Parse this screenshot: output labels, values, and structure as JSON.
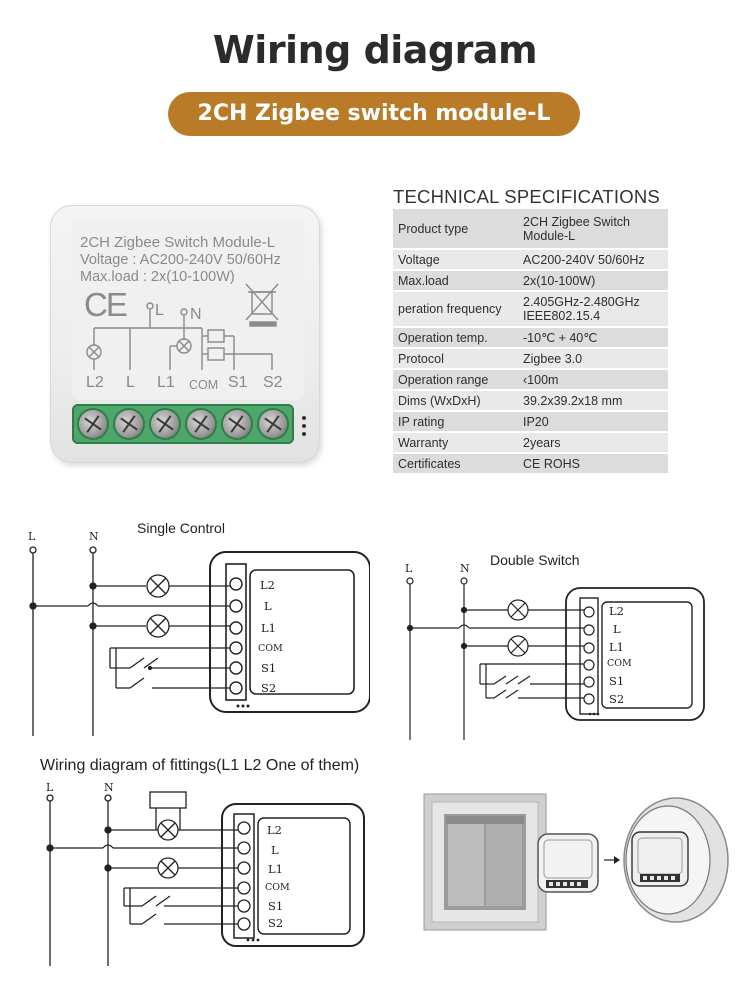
{
  "header": {
    "title": "Wiring diagram",
    "subtitle": "2CH Zigbee switch module-L"
  },
  "colors": {
    "pill": "#b97b28",
    "terminal_green": "#4fa66a",
    "module_body": "#eeeeee"
  },
  "module": {
    "line1": "2CH Zigbee Switch Module-L",
    "line2": "Voltage : AC200-240V 50/60Hz",
    "line3": "Max.load : 2x(10-100W)",
    "ce_mark": "CE",
    "wire_l": "L",
    "wire_n": "N",
    "terminals": [
      "L2",
      "L",
      "L1",
      "COM",
      "S1",
      "S2"
    ],
    "icons": [
      "ce-mark-icon",
      "weee-bin-icon",
      "lamp-icon",
      "relay-icon"
    ]
  },
  "specs": {
    "title": "TECHNICAL SPECIFICATIONS",
    "rows": [
      {
        "key": "Product type",
        "value": "2CH Zigbee Switch Module-L"
      },
      {
        "key": "Voltage",
        "value": "AC200-240V 50/60Hz"
      },
      {
        "key": "Max.load",
        "value": "2x(10-100W)"
      },
      {
        "key": "peration frequency",
        "value": "2.405GHz-2.480GHz IEEE802.15.4"
      },
      {
        "key": "Operation temp.",
        "value": "-10℃ + 40℃"
      },
      {
        "key": "Protocol",
        "value": "Zigbee  3.0"
      },
      {
        "key": "Operation range",
        "value": "‹100m"
      },
      {
        "key": "Dims (WxDxH)",
        "value": "39.2x39.2x18 mm"
      },
      {
        "key": "IP rating",
        "value": "IP20"
      },
      {
        "key": "Warranty",
        "value": "2years"
      },
      {
        "key": "Certificates",
        "value": "CE ROHS"
      }
    ]
  },
  "diagrams": {
    "single": {
      "title": "Single Control",
      "line_l": "L",
      "line_n": "N"
    },
    "double": {
      "title": "Double Switch",
      "line_l": "L",
      "line_n": "N"
    },
    "fittings": {
      "title": "Wiring diagram of fittings(L1 L2 One of them)",
      "line_l": "L",
      "line_n": "N"
    },
    "terminals": [
      "L2",
      "L",
      "L1",
      "COM",
      "S1",
      "S2"
    ]
  }
}
